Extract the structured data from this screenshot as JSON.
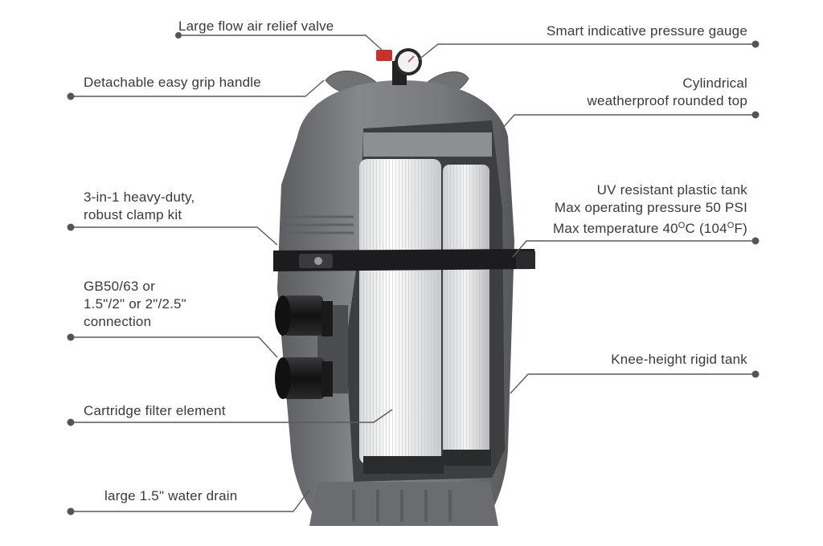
{
  "title": "",
  "callouts": {
    "air_valve": {
      "lines": [
        "Large flow air relief valve"
      ]
    },
    "pressure_gauge": {
      "lines": [
        "Smart indicative pressure gauge"
      ]
    },
    "grip_handle": {
      "lines": [
        "Detachable easy grip handle"
      ]
    },
    "rounded_top": {
      "lines": [
        "Cylindrical",
        "weatherproof rounded top"
      ]
    },
    "clamp_kit": {
      "lines": [
        "3-in-1 heavy-duty,",
        "robust clamp kit"
      ]
    },
    "plastic_tank": {
      "lines": [
        "UV resistant plastic tank",
        "Max operating pressure 50 PSI"
      ],
      "temp_prefix": "Max temperature 40",
      "temp_sup_a": "O",
      "temp_mid": "C (104",
      "temp_sup_b": "O",
      "temp_suffix": "F)"
    },
    "connection": {
      "lines": [
        "GB50/63 or",
        "1.5\"/2\" or 2\"/2.5\"",
        "connection"
      ]
    },
    "rigid_tank": {
      "lines": [
        "Knee-height rigid tank"
      ]
    },
    "filter_element": {
      "lines": [
        "Cartridge filter element"
      ]
    },
    "water_drain": {
      "lines": [
        "large 1.5\" water drain"
      ]
    }
  },
  "colors": {
    "tank": "#77797c",
    "tank_dark": "#4f5154",
    "leader": "#5a5a5a",
    "cartridge": "#f1f2f2",
    "clamp": "#1c1c1e",
    "valve_red": "#c8322c"
  }
}
